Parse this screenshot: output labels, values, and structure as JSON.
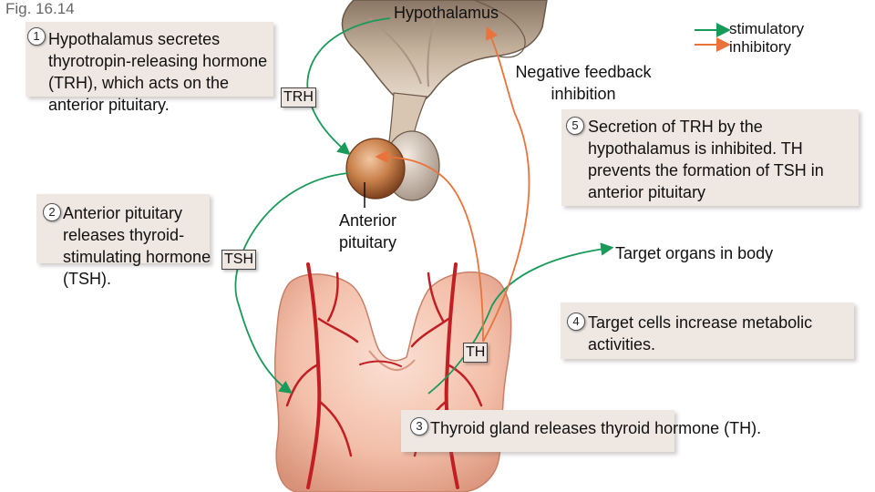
{
  "corner_label": "Fig. 16.14",
  "labels": {
    "hypothalamus": "Hypothalamus",
    "negative_feedback": "Negative feedback inhibition",
    "anterior_pituitary": "Anterior pituitary",
    "target_organs": "Target organs in body"
  },
  "legend": {
    "stimulatory": "stimulatory",
    "inhibitory": "inhibitory",
    "stimulatory_color": "#1a9a5a",
    "inhibitory_color": "#e8743b"
  },
  "tags": {
    "trh": "TRH",
    "tsh": "TSH",
    "th": "TH"
  },
  "steps": [
    {
      "num": "1",
      "text": "Hypothalamus secretes thyrotropin-releasing hormone (TRH), which acts on the anterior pituitary."
    },
    {
      "num": "2",
      "text": "Anterior pituitary releases thyroid-stimulating hormone (TSH)."
    },
    {
      "num": "3",
      "text": "Thyroid gland releases thyroid hormone (TH)."
    },
    {
      "num": "4",
      "text": "Target cells increase metabolic activities."
    },
    {
      "num": "5",
      "text": "Secretion of TRH by the hypothalamus is inhibited. TH prevents the formation of TSH in anterior pituitary"
    }
  ]
}
